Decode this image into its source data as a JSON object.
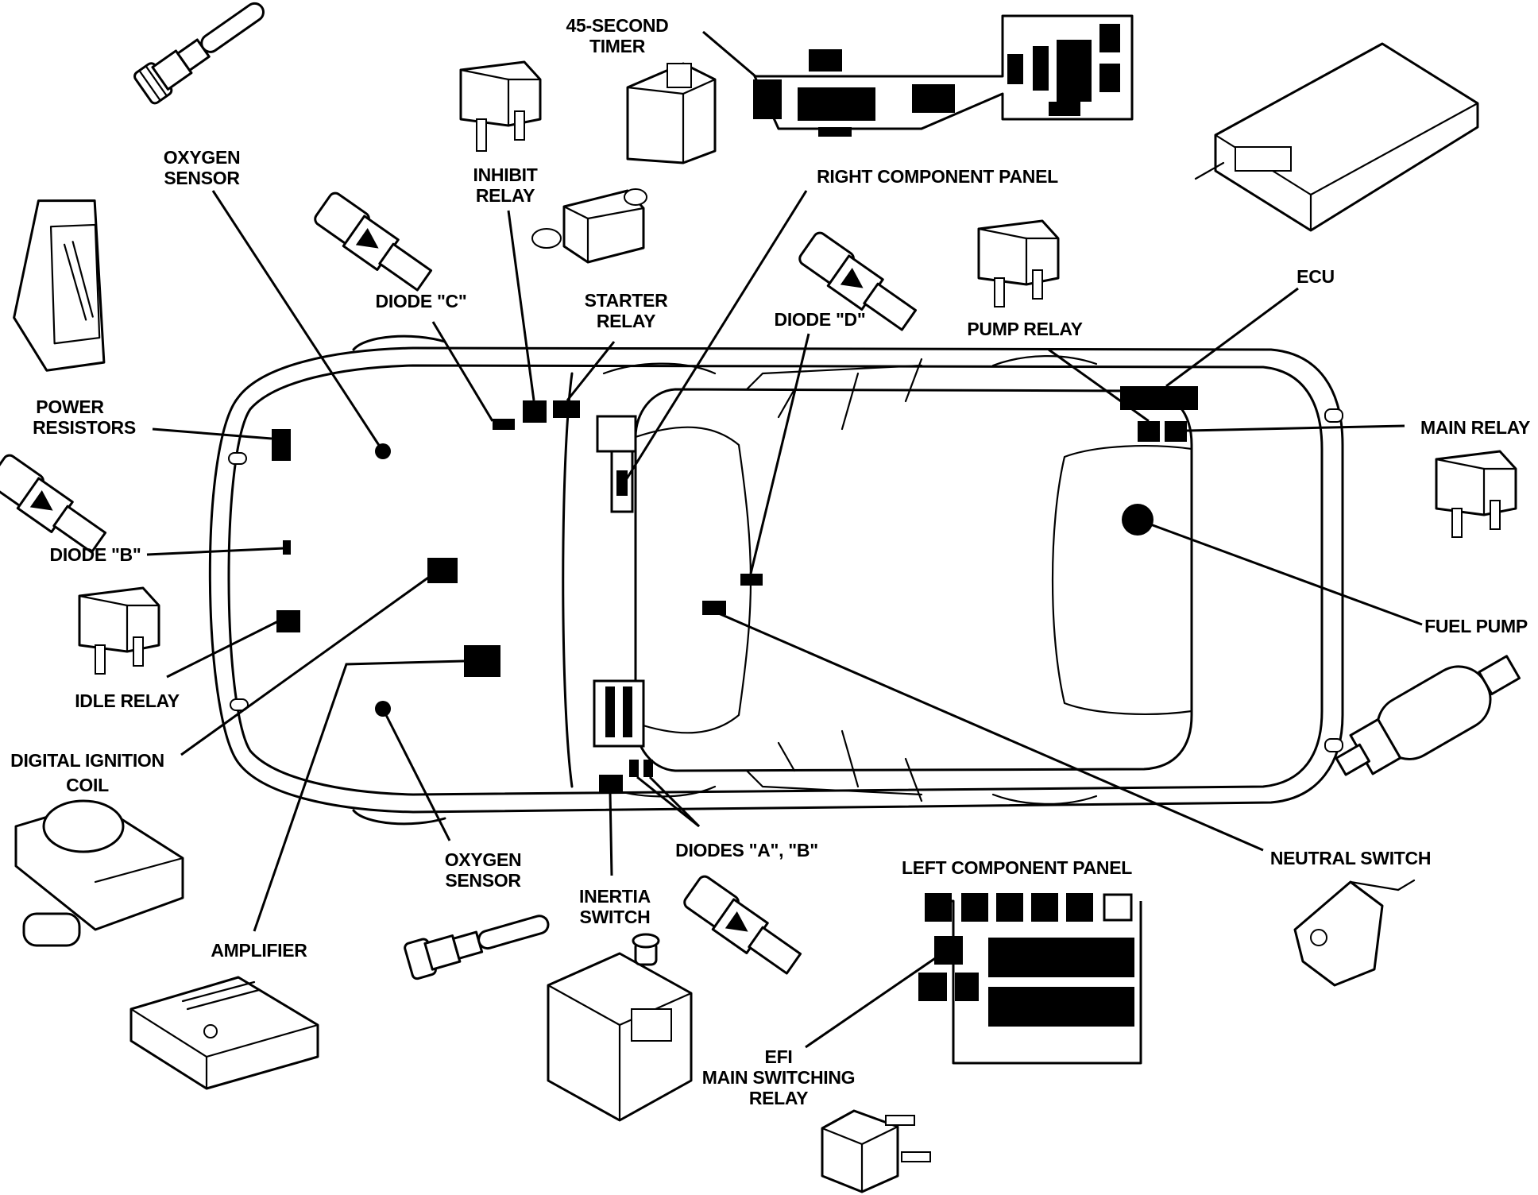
{
  "labels": {
    "oxygen_sensor_1": [
      "OXYGEN",
      "SENSOR"
    ],
    "timer": [
      "45-SECOND",
      "TIMER"
    ],
    "inhibit_relay": [
      "INHIBIT",
      "RELAY"
    ],
    "right_component_panel": "RIGHT COMPONENT PANEL",
    "diode_c": "DIODE \"C\"",
    "starter_relay": [
      "STARTER",
      "RELAY"
    ],
    "diode_d": "DIODE \"D\"",
    "pump_relay": "PUMP RELAY",
    "ecu": "ECU",
    "power_resistors": [
      "POWER",
      "RESISTORS"
    ],
    "main_relay": "MAIN RELAY",
    "diode_b": "DIODE \"B\"",
    "fuel_pump": "FUEL PUMP",
    "idle_relay": "IDLE RELAY",
    "digital_ignition_coil": [
      "DIGITAL IGNITION",
      "COIL"
    ],
    "oxygen_sensor_2": [
      "OXYGEN",
      "SENSOR"
    ],
    "diodes_ab": "DIODES \"A\", \"B\"",
    "neutral_switch": "NEUTRAL SWITCH",
    "left_component_panel": "LEFT COMPONENT PANEL",
    "inertia_switch": [
      "INERTIA",
      "SWITCH"
    ],
    "amplifier": "AMPLIFIER",
    "efi_main_switching_relay": [
      "EFI",
      "MAIN SWITCHING",
      "RELAY"
    ]
  }
}
